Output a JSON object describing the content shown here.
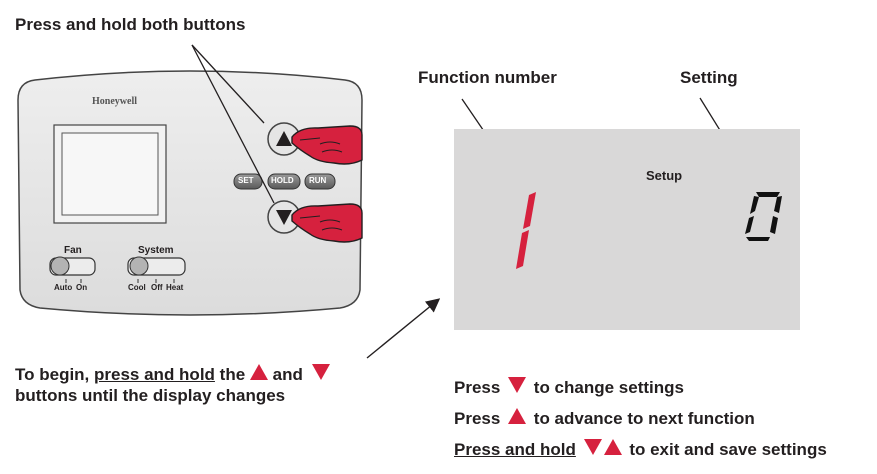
{
  "thermostat": {
    "brand": "Honeywell",
    "buttons": {
      "set": "SET",
      "hold": "HOLD",
      "run": "RUN"
    },
    "fan": {
      "label": "Fan",
      "options": [
        "Auto",
        "On"
      ]
    },
    "system": {
      "label": "System",
      "options": [
        "Cool",
        "Off",
        "Heat"
      ]
    }
  },
  "callouts": {
    "press_hold_both": "Press and hold both buttons",
    "function_number": "Function number",
    "setting": "Setting"
  },
  "display": {
    "label": "Setup",
    "function_value": "1",
    "setting_value": "0",
    "background_color": "#d9d8d8",
    "digit_color": "#d6213e"
  },
  "begin_text": {
    "prefix": "To begin, ",
    "underlined": "press and hold",
    "middle": " the ",
    "connector": " and ",
    "line2": "buttons until the display changes"
  },
  "instructions": [
    {
      "prefix": "Press",
      "icon": "down-triangle-icon",
      "text": " to change settings"
    },
    {
      "prefix": "Press",
      "icon": "up-triangle-icon",
      "text": " to advance to next function"
    },
    {
      "prefix": "Press and hold",
      "icon": "down-up-triangles-icon",
      "text": " to exit and save settings"
    }
  ],
  "colors": {
    "accent": "#d6213e",
    "text": "#231f20",
    "device_body": "#e6e6e6"
  }
}
